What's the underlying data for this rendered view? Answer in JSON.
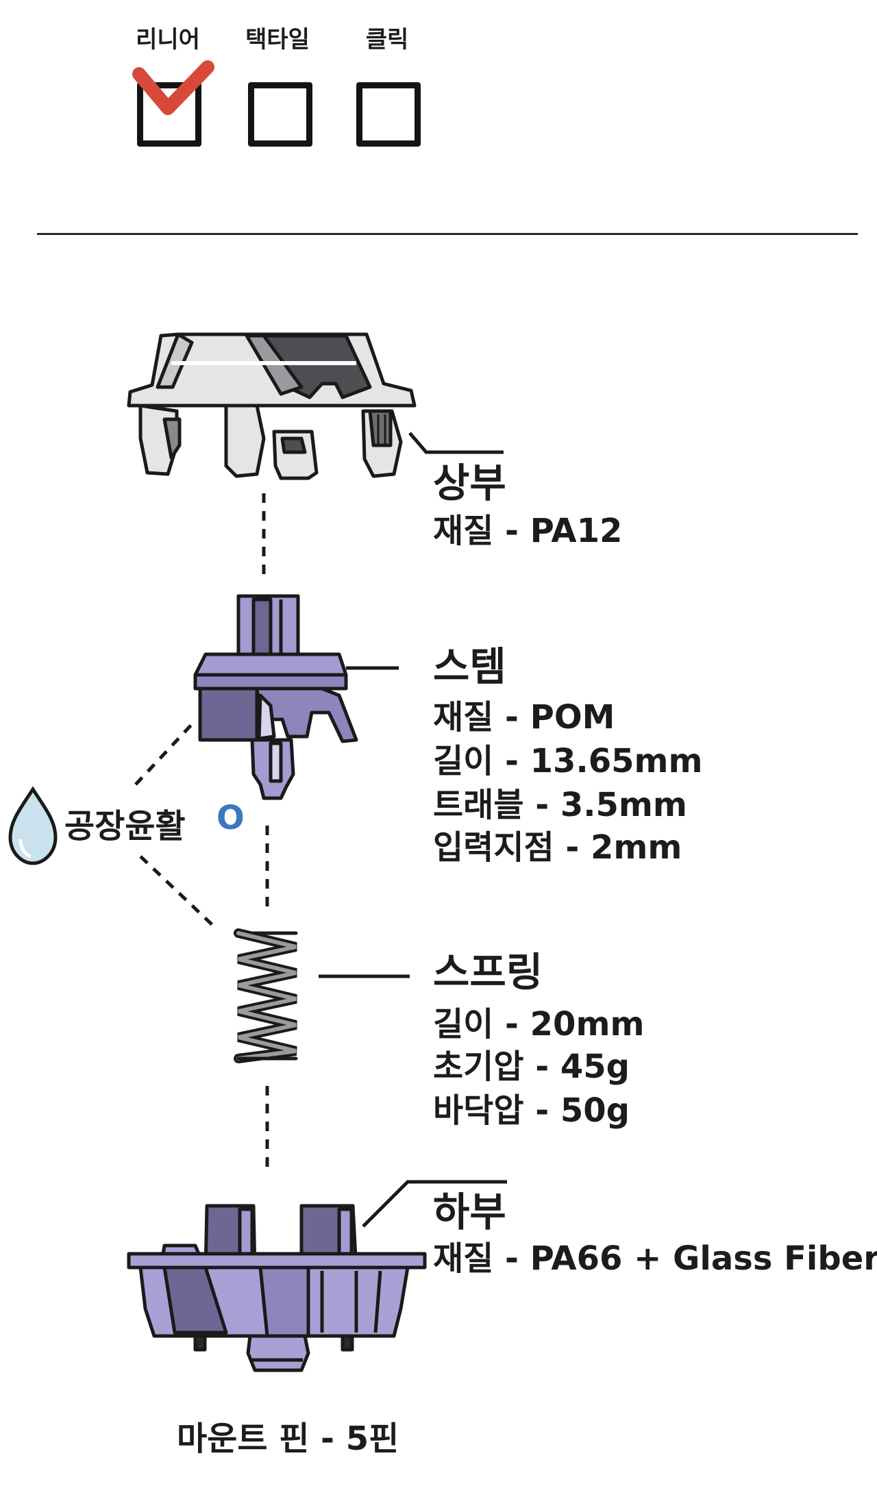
{
  "switch_types": [
    {
      "label": "리니어",
      "checked": true
    },
    {
      "label": "택타일",
      "checked": false
    },
    {
      "label": "클릭",
      "checked": false
    }
  ],
  "parts": {
    "top": {
      "title": "상부",
      "specs": [
        "재질 - PA12"
      ]
    },
    "stem": {
      "title": "스템",
      "specs": [
        "재질 - POM",
        "길이 - 13.65mm",
        "트래블 - 3.5mm",
        "입력지점 - 2mm"
      ]
    },
    "spring": {
      "title": "스프링",
      "specs": [
        "길이 - 20mm",
        "초기압 - 45g",
        "바닥압 - 50g"
      ]
    },
    "bottom": {
      "title": "하부",
      "specs": [
        "재질 - PA66 + Glass Fiber"
      ]
    }
  },
  "lube": {
    "label": "공장윤활",
    "value": "O"
  },
  "mount": {
    "text": "마운트 핀 - 5핀"
  },
  "colors": {
    "check": "#d9493a",
    "lube_value": "#3a78c2",
    "stem": "#a59bd1",
    "bottom": "#aaa0d6",
    "top": "#e4e6e4"
  }
}
